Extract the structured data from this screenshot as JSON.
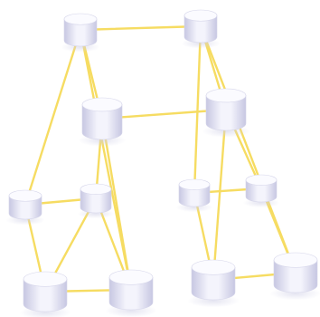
{
  "diagram": {
    "nodes": [
      {
        "id": "n1"
      },
      {
        "id": "n2"
      },
      {
        "id": "n3"
      },
      {
        "id": "n4"
      },
      {
        "id": "n5"
      },
      {
        "id": "n6"
      },
      {
        "id": "n7"
      },
      {
        "id": "n8"
      },
      {
        "id": "n9"
      },
      {
        "id": "n10"
      },
      {
        "id": "n11"
      },
      {
        "id": "n12"
      }
    ],
    "edges": [
      [
        "n1",
        "n2"
      ],
      [
        "n1",
        "n3"
      ],
      [
        "n1",
        "n5"
      ],
      [
        "n1",
        "n8"
      ],
      [
        "n2",
        "n4"
      ],
      [
        "n2",
        "n9"
      ],
      [
        "n2",
        "n12"
      ],
      [
        "n3",
        "n4"
      ],
      [
        "n3",
        "n6"
      ],
      [
        "n3",
        "n8"
      ],
      [
        "n4",
        "n10"
      ],
      [
        "n4",
        "n11"
      ],
      [
        "n5",
        "n6"
      ],
      [
        "n5",
        "n7"
      ],
      [
        "n6",
        "n7"
      ],
      [
        "n6",
        "n8"
      ],
      [
        "n7",
        "n8"
      ],
      [
        "n9",
        "n10"
      ],
      [
        "n9",
        "n11"
      ],
      [
        "n10",
        "n12"
      ],
      [
        "n11",
        "n12"
      ]
    ],
    "colors": {
      "edge": "#f6dc62",
      "node_top": "#fbfbff",
      "node_body_light": "#f4f4fc",
      "node_body_dark": "#c7c7e2",
      "node_outline": "#d6d6ea"
    }
  }
}
